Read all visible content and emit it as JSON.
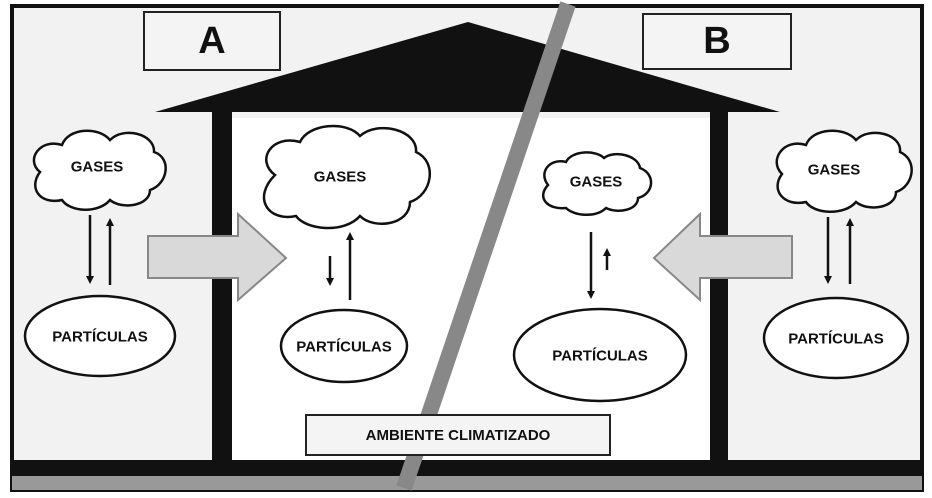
{
  "boxes": {
    "a": "A",
    "b": "B"
  },
  "room_label": "AMBIENTE CLIMATIZADO",
  "outside_left": {
    "gases": "GASES",
    "particles": "PARTÍCULAS"
  },
  "inside_left": {
    "gases": "GASES",
    "particles": "PARTÍCULAS"
  },
  "inside_right": {
    "gases": "GASES",
    "particles": "PARTÍCULAS"
  },
  "outside_right": {
    "gases": "GASES",
    "particles": "PARTÍCULAS"
  },
  "colors": {
    "frame": "#111111",
    "divider": "#888888",
    "flow_arrow": "#d9d9d9",
    "background": "#f2f2f2"
  }
}
